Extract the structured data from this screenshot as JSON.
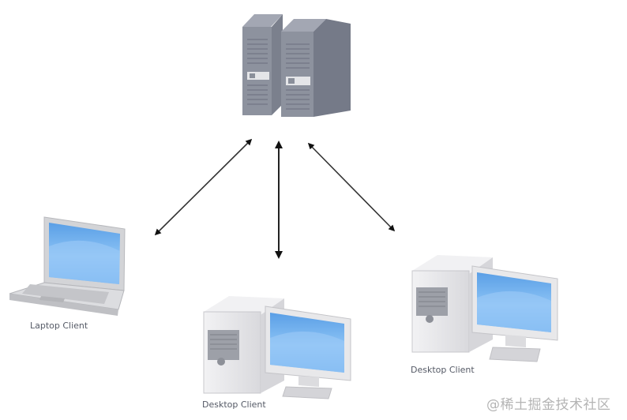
{
  "diagram": {
    "nodes": [
      {
        "id": "server",
        "kind": "server-rack-pair"
      },
      {
        "id": "laptop",
        "label": "Laptop Client",
        "kind": "laptop"
      },
      {
        "id": "desktop-center",
        "label": "Desktop Client",
        "kind": "desktop"
      },
      {
        "id": "desktop-right",
        "label": "Desktop Client",
        "kind": "desktop"
      }
    ],
    "edges": [
      {
        "from": "server",
        "to": "laptop",
        "direction": "bidirectional"
      },
      {
        "from": "server",
        "to": "desktop-center",
        "direction": "bidirectional"
      },
      {
        "from": "server",
        "to": "desktop-right",
        "direction": "bidirectional"
      }
    ],
    "colors": {
      "server_body": "#8a8f9c",
      "server_side": "#6f7482",
      "screen_blue": "#6aaef0",
      "case_gray": "#e6e6e8",
      "arrow": "#1a1a1a"
    }
  },
  "watermark": "@稀土掘金技术社区"
}
